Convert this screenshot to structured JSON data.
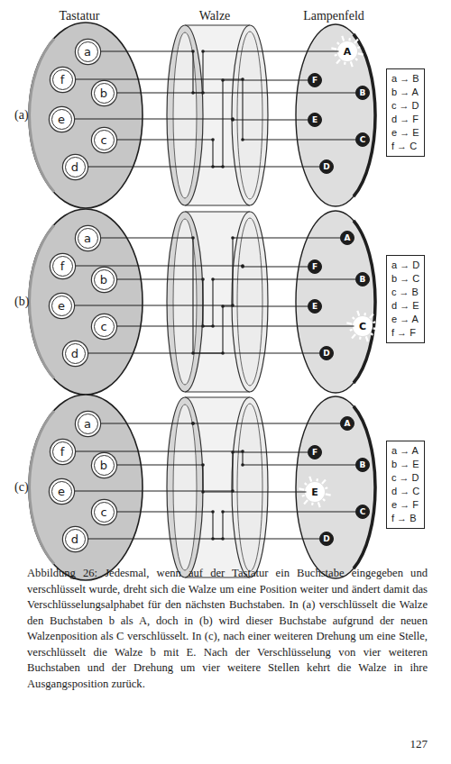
{
  "diagram": {
    "caption": "Abbildung 26: Jedesmal, wenn auf der Tastatur ein Buchstabe eingegeben und verschlüsselt wurde, dreht sich die Walze um eine Position weiter und ändert damit das Verschlüsselungsalphabet für den nächsten Buchstaben. In (a) verschlüsselt die Walze den Buchstaben b als A, doch in (b) wird dieser Buchstabe aufgrund der neuen Walzenposition als C verschlüsselt. In (c), nach einer weiteren Drehung um eine Stelle, verschlüsselt die Walze b mit E. Nach der Verschlüsselung von vier weiteren Buchstaben und der Drehung um vier weitere Stellen kehrt die Walze in ihre Ausgangsposition zurück.",
    "nodes": [
      {
        "text": [
          "a"
        ]
      },
      {
        "text": [
          "f"
        ]
      },
      {
        "text": [
          "b"
        ]
      },
      {
        "text": [
          "e"
        ]
      },
      {
        "text": [
          "c"
        ]
      },
      {
        "text": [
          "d"
        ]
      },
      {
        "text": [
          "A"
        ]
      },
      {
        "text": [
          "F"
        ]
      },
      {
        "text": [
          "B"
        ]
      },
      {
        "text": [
          "E"
        ]
      },
      {
        "text": [
          "C"
        ]
      },
      {
        "text": [
          "D"
        ]
      },
      {
        "text": [
          "a → B",
          "b → A",
          "c → D",
          "d → F",
          "e → E",
          "f → C"
        ]
      },
      {
        "text": [
          "a"
        ]
      },
      {
        "text": [
          "f"
        ]
      },
      {
        "text": [
          "b"
        ]
      },
      {
        "text": [
          "e"
        ]
      },
      {
        "text": [
          "c"
        ]
      },
      {
        "text": [
          "d"
        ]
      },
      {
        "text": [
          "A"
        ]
      },
      {
        "text": [
          "F"
        ]
      },
      {
        "text": [
          "B"
        ]
      },
      {
        "text": [
          "E"
        ]
      },
      {
        "text": [
          "C"
        ]
      },
      {
        "text": [
          "D"
        ]
      },
      {
        "text": [
          "a → D",
          "b → C",
          "c → B",
          "d → E",
          "e → A",
          "f → F"
        ]
      },
      {
        "text": [
          "a"
        ]
      },
      {
        "text": [
          "f"
        ]
      },
      {
        "text": [
          "b"
        ]
      },
      {
        "text": [
          "e"
        ]
      },
      {
        "text": [
          "c"
        ]
      },
      {
        "text": [
          "d"
        ]
      },
      {
        "text": [
          "A"
        ]
      },
      {
        "text": [
          "F"
        ]
      },
      {
        "text": [
          "B"
        ]
      },
      {
        "text": [
          "E"
        ]
      },
      {
        "text": [
          "C"
        ]
      },
      {
        "text": [
          "D"
        ]
      },
      {
        "text": [
          "a → A",
          "b → E",
          "c → D",
          "d → C",
          "e → F",
          "f → B"
        ]
      }
    ],
    "edges": [
      {
        "from": 0,
        "to": 8,
        "arrow": "none"
      },
      {
        "from": 2,
        "to": 6,
        "arrow": "none"
      },
      {
        "from": 4,
        "to": 11,
        "arrow": "none"
      },
      {
        "from": 5,
        "to": 7,
        "arrow": "none"
      },
      {
        "from": 3,
        "to": 9,
        "arrow": "none"
      },
      {
        "from": 1,
        "to": 10,
        "arrow": "none"
      },
      {
        "from": 13,
        "to": 24,
        "arrow": "none"
      },
      {
        "from": 15,
        "to": 23,
        "arrow": "none"
      },
      {
        "from": 17,
        "to": 21,
        "arrow": "none"
      },
      {
        "from": 18,
        "to": 22,
        "arrow": "none"
      },
      {
        "from": 16,
        "to": 19,
        "arrow": "none"
      },
      {
        "from": 14,
        "to": 20,
        "arrow": "none"
      },
      {
        "from": 26,
        "to": 32,
        "arrow": "none"
      },
      {
        "from": 28,
        "to": 35,
        "arrow": "none"
      },
      {
        "from": 30,
        "to": 37,
        "arrow": "none"
      },
      {
        "from": 31,
        "to": 36,
        "arrow": "none"
      },
      {
        "from": 29,
        "to": 33,
        "arrow": "none"
      },
      {
        "from": 27,
        "to": 34,
        "arrow": "none"
      }
    ],
    "labels": [
      "Tastatur",
      "Walze",
      "Lampenfeld",
      "(a)",
      "(b)",
      "(c)",
      "127"
    ]
  }
}
